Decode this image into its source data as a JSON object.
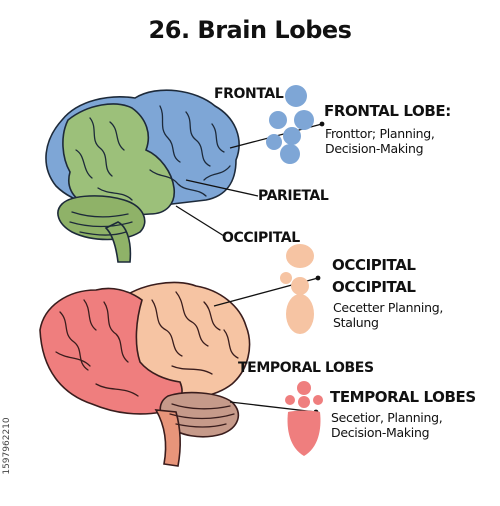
{
  "title": "26. Brain Lobes",
  "brain_labels": {
    "frontal": "FRONTAL",
    "parietal": "PARIETAL",
    "occipital": "OCCIPITAL",
    "temporal": "TEMPORAL LOBES"
  },
  "legend": [
    {
      "heading": "FRONTAL LOBE:",
      "lines": [
        "Fronttor; Planning,",
        "Decision-Making"
      ],
      "icon": "frontal-lobe-icon",
      "color": "#7ea6d6"
    },
    {
      "heading": "OCCIPITAL",
      "subheading": "OCCIPITAL",
      "lines": [
        "Cecetter Planning,",
        "Stalung"
      ],
      "icon": "occipital-lobe-icon",
      "color": "#f6c4a3"
    },
    {
      "heading": "TEMPORAL LOBES",
      "lines": [
        "Secetior, Planning,",
        "Decision-Making"
      ],
      "icon": "temporal-lobe-icon",
      "color": "#ef7e7e"
    }
  ],
  "side_id": "1597962210",
  "colors": {
    "blue": "#7ea6d6",
    "green": "#9cc07a",
    "peach": "#f6c4a3",
    "red": "#ef7e7e"
  }
}
